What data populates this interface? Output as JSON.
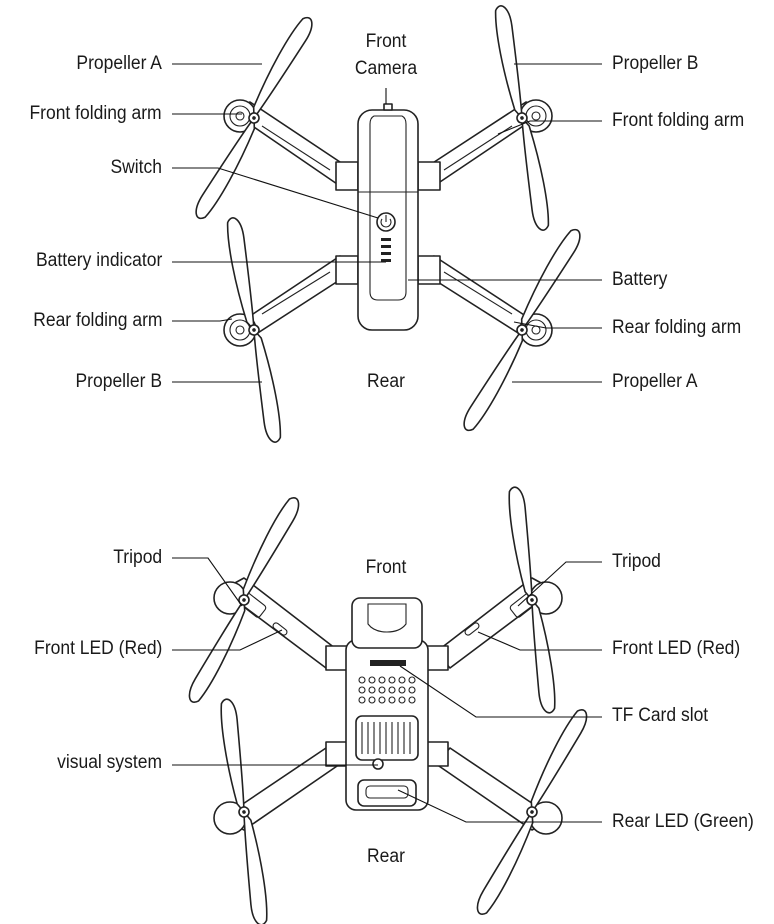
{
  "top_view": {
    "labels": {
      "front_camera_line1": "Front",
      "front_camera_line2": "Camera",
      "rear": "Rear",
      "left": [
        "Propeller A",
        "Front folding arm",
        "Switch",
        "Battery indicator",
        "Rear folding arm",
        "Propeller B"
      ],
      "right": [
        "Propeller B",
        "Front folding arm",
        "Battery",
        "Rear folding arm",
        "Propeller A"
      ]
    }
  },
  "bottom_view": {
    "labels": {
      "front": "Front",
      "rear": "Rear",
      "left": [
        "Tripod",
        "Front LED (Red)",
        "visual system"
      ],
      "right": [
        "Tripod",
        "Front LED (Red)",
        "TF Card slot",
        "Rear LED (Green)"
      ]
    }
  }
}
